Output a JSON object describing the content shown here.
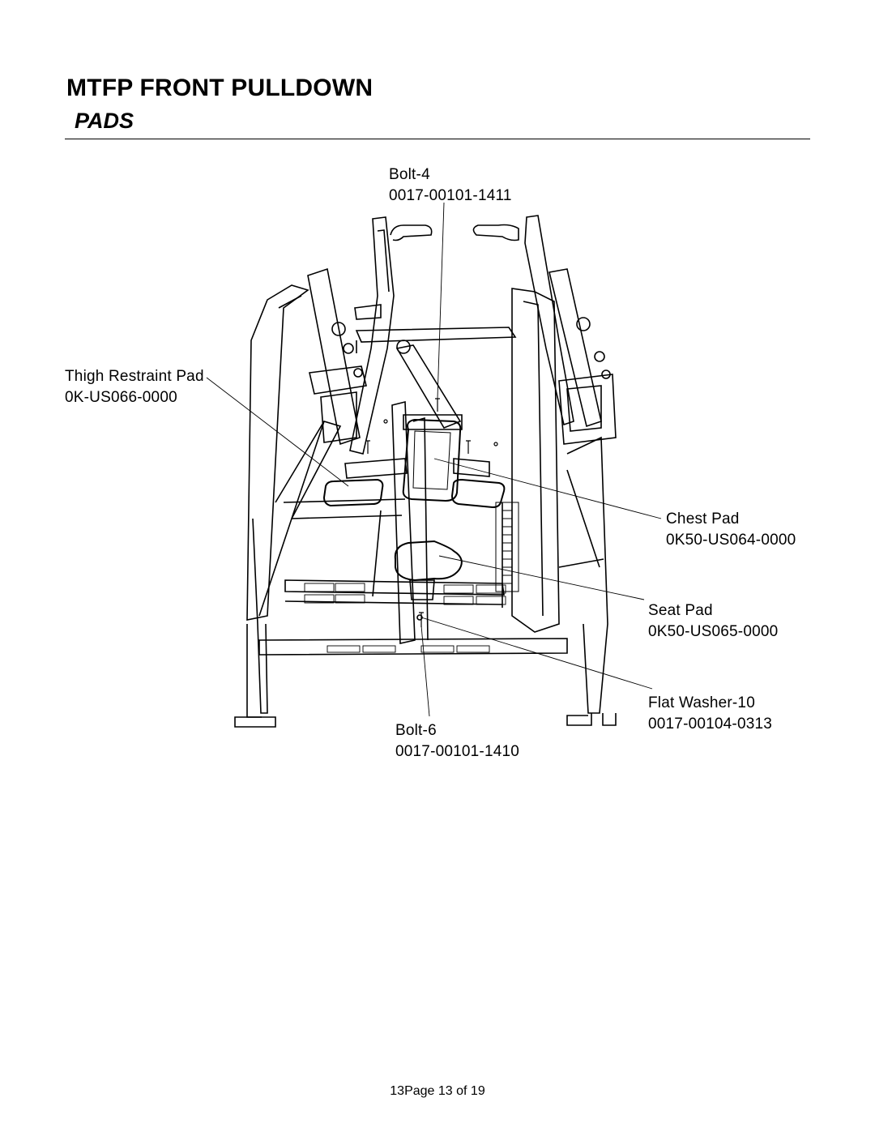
{
  "header": {
    "title": "MTFP FRONT PULLDOWN",
    "subtitle": "PADS"
  },
  "callouts": {
    "bolt4": {
      "name": "Bolt-4",
      "part": "0017-00101-1411"
    },
    "thigh_pad": {
      "name": "Thigh Restraint Pad",
      "part": "0K-US066-0000"
    },
    "chest_pad": {
      "name": "Chest Pad",
      "part": "0K50-US064-0000"
    },
    "seat_pad": {
      "name": "Seat Pad",
      "part": "0K50-US065-0000"
    },
    "flat_washer": {
      "name": "Flat Washer-10",
      "part": "0017-00104-0313"
    },
    "bolt6": {
      "name": "Bolt-6",
      "part": "0017-00101-1410"
    }
  },
  "footer": {
    "page_text": "13Page 13 of 19"
  }
}
